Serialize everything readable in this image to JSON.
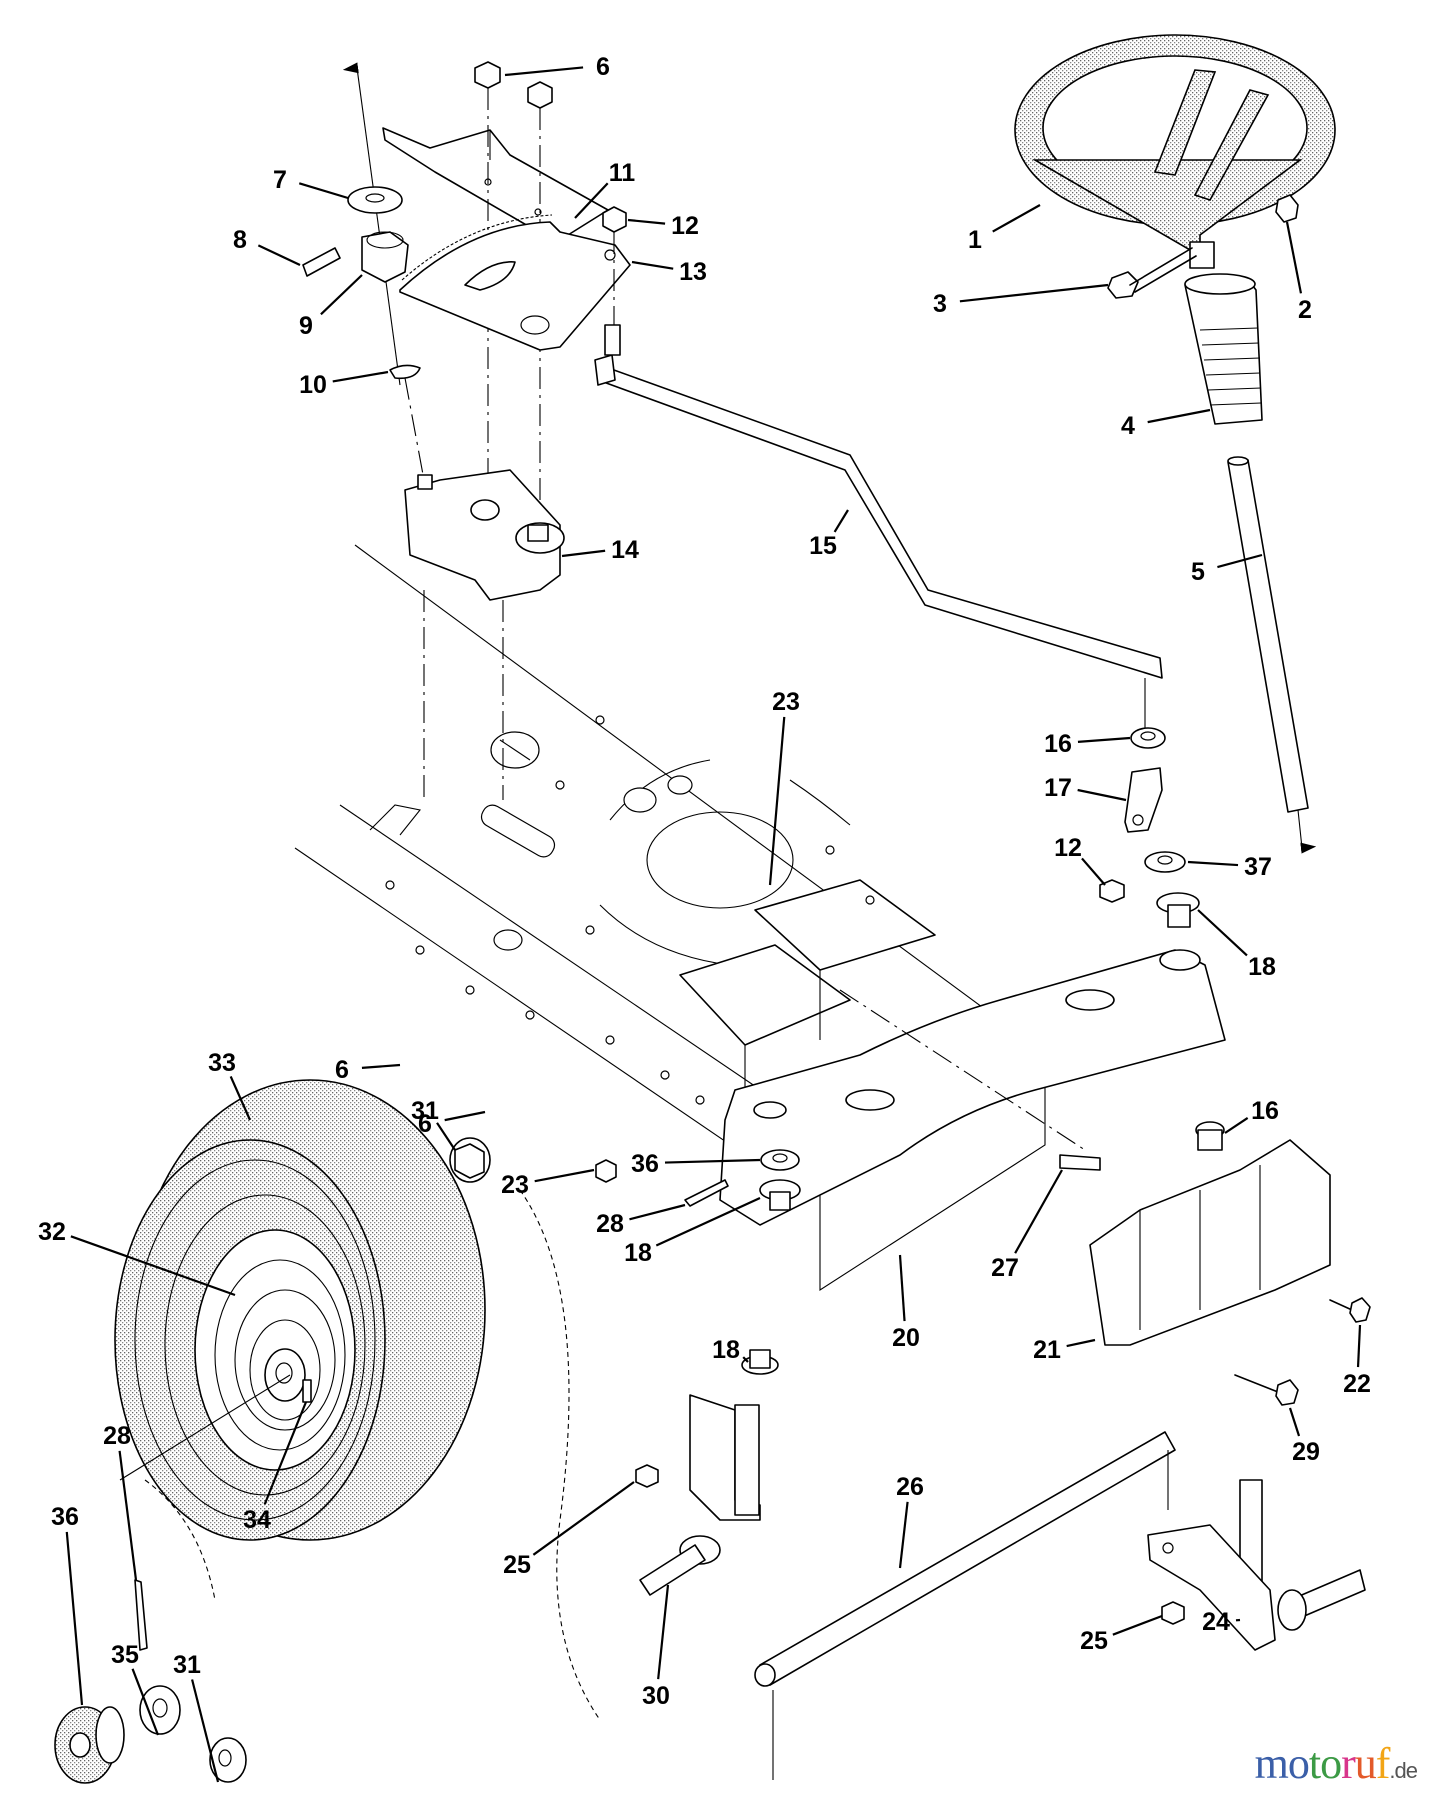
{
  "diagram": {
    "title": "Lawn tractor steering assembly – exploded parts diagram",
    "callouts": [
      {
        "id": "c1",
        "label": "1",
        "part": "steering-wheel"
      },
      {
        "id": "c2",
        "label": "2",
        "part": "nut"
      },
      {
        "id": "c3",
        "label": "3",
        "part": "bolt"
      },
      {
        "id": "c4",
        "label": "4",
        "part": "steering-column-boot"
      },
      {
        "id": "c5",
        "label": "5",
        "part": "steering-shaft"
      },
      {
        "id": "c6a",
        "label": "6",
        "part": "bolt"
      },
      {
        "id": "c7",
        "label": "7",
        "part": "washer"
      },
      {
        "id": "c8",
        "label": "8",
        "part": "pin"
      },
      {
        "id": "c9",
        "label": "9",
        "part": "pinion-gear"
      },
      {
        "id": "c10",
        "label": "10",
        "part": "key"
      },
      {
        "id": "c11",
        "label": "11",
        "part": "bracket"
      },
      {
        "id": "c12a",
        "label": "12",
        "part": "lock-nut"
      },
      {
        "id": "c13",
        "label": "13",
        "part": "sector-gear"
      },
      {
        "id": "c14",
        "label": "14",
        "part": "steering-support"
      },
      {
        "id": "c15",
        "label": "15",
        "part": "drag-link"
      },
      {
        "id": "c16a",
        "label": "16",
        "part": "bushing"
      },
      {
        "id": "c17",
        "label": "17",
        "part": "steering-arm"
      },
      {
        "id": "c12b",
        "label": "12",
        "part": "lock-nut"
      },
      {
        "id": "c37",
        "label": "37",
        "part": "washer"
      },
      {
        "id": "c18a",
        "label": "18",
        "part": "bushing"
      },
      {
        "id": "c23a",
        "label": "23",
        "part": "nut"
      },
      {
        "id": "c6b",
        "label": "6",
        "part": "bolt"
      },
      {
        "id": "c6c",
        "label": "6",
        "part": "bolt"
      },
      {
        "id": "c23b",
        "label": "23",
        "part": "nut"
      },
      {
        "id": "c33",
        "label": "33",
        "part": "tire"
      },
      {
        "id": "c31a",
        "label": "31",
        "part": "bushing"
      },
      {
        "id": "c36a",
        "label": "36",
        "part": "washer"
      },
      {
        "id": "c28a",
        "label": "28",
        "part": "cotter-pin"
      },
      {
        "id": "c18b",
        "label": "18",
        "part": "bushing"
      },
      {
        "id": "c16b",
        "label": "16",
        "part": "bushing"
      },
      {
        "id": "c27",
        "label": "27",
        "part": "spacer"
      },
      {
        "id": "c20",
        "label": "20",
        "part": "front-axle"
      },
      {
        "id": "c21",
        "label": "21",
        "part": "axle-bracket"
      },
      {
        "id": "c22",
        "label": "22",
        "part": "bolt"
      },
      {
        "id": "c32",
        "label": "32",
        "part": "wheel-rim"
      },
      {
        "id": "c18c",
        "label": "18",
        "part": "bushing"
      },
      {
        "id": "c29",
        "label": "29",
        "part": "bolt"
      },
      {
        "id": "c26",
        "label": "26",
        "part": "tie-rod"
      },
      {
        "id": "c25a",
        "label": "25",
        "part": "lock-nut"
      },
      {
        "id": "c25b",
        "label": "25",
        "part": "lock-nut"
      },
      {
        "id": "c24",
        "label": "24",
        "part": "spindle-right"
      },
      {
        "id": "c30",
        "label": "30",
        "part": "spindle-left"
      },
      {
        "id": "c28b",
        "label": "28",
        "part": "cotter-pin"
      },
      {
        "id": "c36b",
        "label": "36",
        "part": "hub-cap"
      },
      {
        "id": "c35",
        "label": "35",
        "part": "washer"
      },
      {
        "id": "c31b",
        "label": "31",
        "part": "bushing"
      },
      {
        "id": "c34",
        "label": "34",
        "part": "valve-stem"
      }
    ]
  },
  "watermark": {
    "letters": [
      {
        "ch": "m",
        "color": "#3b5fa8"
      },
      {
        "ch": "o",
        "color": "#3b5fa8"
      },
      {
        "ch": "t",
        "color": "#3c9a45"
      },
      {
        "ch": "o",
        "color": "#3c9a45"
      },
      {
        "ch": "r",
        "color": "#d8358b"
      },
      {
        "ch": "u",
        "color": "#e35a2a"
      },
      {
        "ch": "f",
        "color": "#f2a516"
      }
    ],
    "suffix": ".de"
  }
}
